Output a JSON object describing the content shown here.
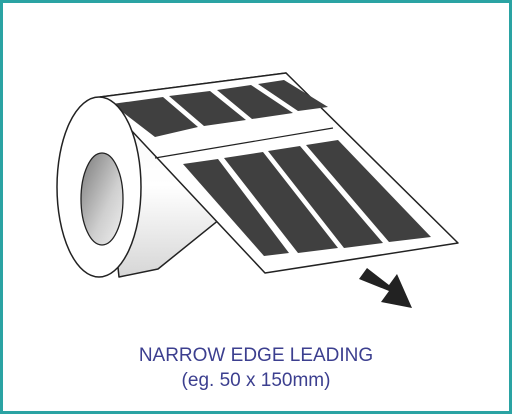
{
  "caption": {
    "line1": "NARROW EDGE LEADING",
    "line2": "(eg. 50 x 150mm)"
  },
  "colors": {
    "border": "#2aa3a3",
    "caption_text": "#3c3f8f",
    "label_fill": "#404040",
    "outline": "#222222"
  },
  "illustration": {
    "subject": "label roll",
    "feed_direction_icon": "arrow-down-right-icon",
    "label_rows": 2,
    "labels_per_row": 4
  }
}
